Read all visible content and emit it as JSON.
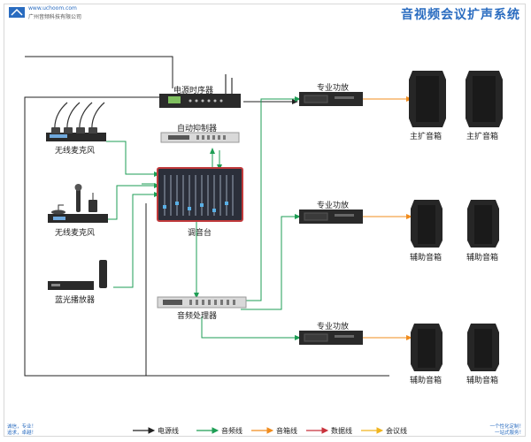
{
  "title": "音视频会议扩声系统",
  "logo": {
    "brand_line": "www.uchoom.com",
    "company_line": "广州音频科技有限公司",
    "colors": {
      "accent": "#2a6cc0"
    }
  },
  "devices": {
    "wireless_mic_1": "无线麦克风",
    "wireless_mic_2": "无线麦克风",
    "bluray_player": "蓝光播放器",
    "power_sequencer": "电源时序器",
    "feedback_suppressor": "自动抑制器",
    "mixer": "调音台",
    "audio_processor": "音频处理器",
    "amp_1": "专业功放",
    "amp_2": "专业功放",
    "amp_3": "专业功放",
    "main_speaker_l": "主扩音箱",
    "main_speaker_r": "主扩音箱",
    "aux_speaker_1l": "辅助音箱",
    "aux_speaker_1r": "辅助音箱",
    "aux_speaker_2l": "辅助音箱",
    "aux_speaker_2r": "辅助音箱"
  },
  "corner_notes": {
    "left_line1": "诚信，专业！",
    "left_line2": "追求，卓越！",
    "right_line1": "一个性化定制！",
    "right_line2": "一站式服务！"
  },
  "legend": [
    {
      "label": "电源线",
      "color": "#222222"
    },
    {
      "label": "音频线",
      "color": "#1e9e55"
    },
    {
      "label": "音箱线",
      "color": "#f08c1e"
    },
    {
      "label": "数据线",
      "color": "#c8323c"
    },
    {
      "label": "会议线",
      "color": "#f0b41e"
    }
  ],
  "line_colors": {
    "power": "#222222",
    "audio": "#1e9e55",
    "speaker": "#f08c1e"
  }
}
